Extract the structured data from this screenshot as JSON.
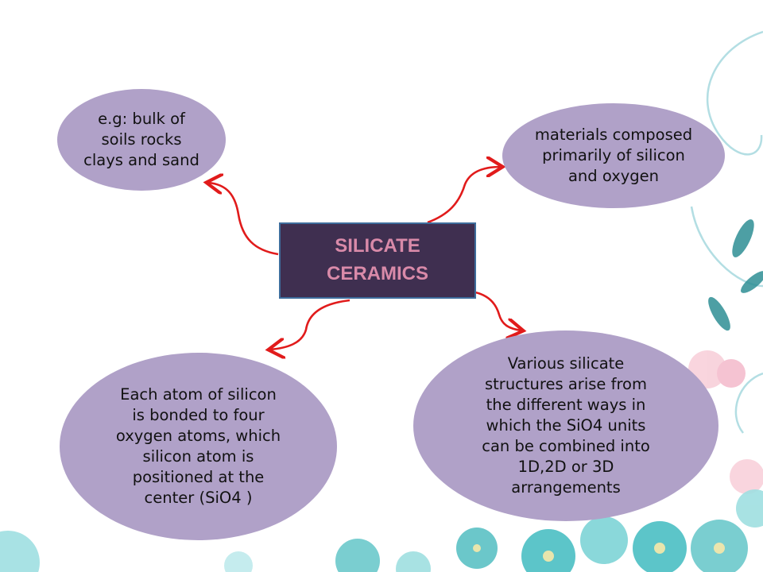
{
  "center": {
    "title": "SILICATE\nCERAMICS"
  },
  "nodes": {
    "top_left": "e.g: bulk of\nsoils rocks\nclays and sand",
    "top_right": "materials composed\nprimarily of silicon\nand oxygen",
    "bottom_left": "Each atom of silicon\nis bonded to four\noxygen atoms, which\nsilicon atom is\npositioned at the\ncenter (SiO4 )",
    "bottom_right": "Various silicate\nstructures arise from\nthe different ways in\nwhich the SiO4 units\ncan be combined into\n1D,2D or 3D\narrangements"
  },
  "colors": {
    "node_fill": "#b0a1c8",
    "center_fill": "#3f2f50",
    "center_text": "#d98aa9",
    "center_border": "#3e6d9c",
    "arrow": "#e11b1b",
    "floral_teal": "#4bbfc4",
    "floral_pink": "#f4b8c8"
  }
}
